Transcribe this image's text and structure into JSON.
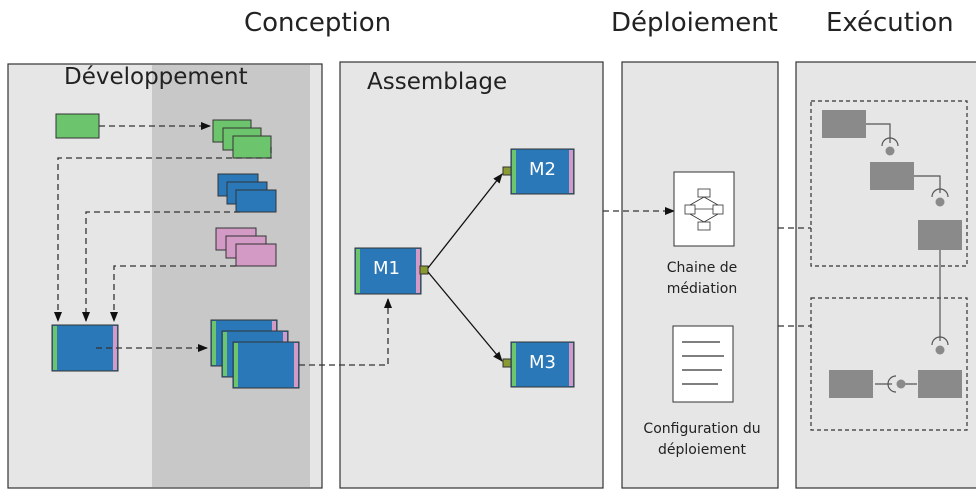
{
  "phases": {
    "conception": "Conception",
    "deploiement": "Déploiement",
    "execution": "Exécution"
  },
  "panels": {
    "developpement": "Développement",
    "assemblage": "Assemblage"
  },
  "modules": {
    "m1": "M1",
    "m2": "M2",
    "m3": "M3"
  },
  "deploy": {
    "chain_label": "Chaine de médiation",
    "config_label": "Configuration du déploiement"
  },
  "colors": {
    "green": "#6cc46c",
    "blue": "#2a78b8",
    "pink": "#d49ac6",
    "panel": "#e6e6e6",
    "panel_dark": "#c8c8c8",
    "exec_block": "#8a8a8a",
    "port": "#8a9a32"
  }
}
